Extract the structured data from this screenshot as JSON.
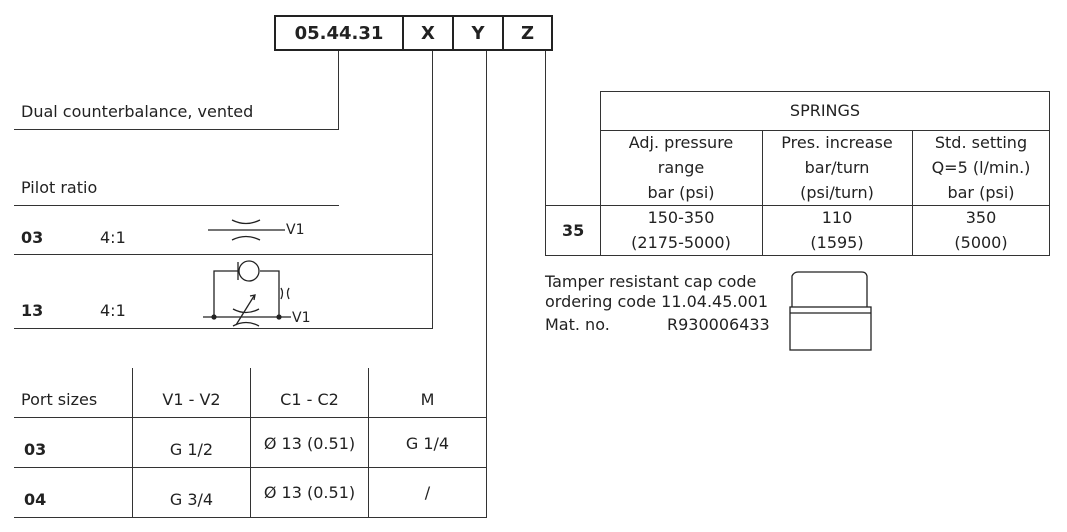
{
  "model_code": {
    "base": "05.44.31",
    "x": "X",
    "y": "Y",
    "z": "Z"
  },
  "function_label": "Dual counterbalance, vented",
  "pilot_ratio": {
    "title": "Pilot ratio",
    "rows": [
      {
        "code": "03",
        "ratio": "4:1",
        "port_label": "V1"
      },
      {
        "code": "13",
        "ratio": "4:1",
        "port_label": "V1"
      }
    ]
  },
  "port_sizes": {
    "headers": [
      "Port sizes",
      "V1 - V2",
      "C1 - C2",
      "M"
    ],
    "rows": [
      {
        "code": "03",
        "v1v2": "G 1/2",
        "c1c2": "Ø 13 (0.51)",
        "m": "G 1/4"
      },
      {
        "code": "04",
        "v1v2": "G 3/4",
        "c1c2": "Ø 13 (0.51)",
        "m": "/"
      }
    ]
  },
  "springs": {
    "title": "SPRINGS",
    "headers": [
      [
        "Adj. pressure",
        "range",
        "bar (psi)"
      ],
      [
        "Pres. increase",
        "bar/turn",
        "(psi/turn)"
      ],
      [
        "Std. setting",
        "Q=5 (l/min.)",
        "bar (psi)"
      ]
    ],
    "row": {
      "code": "35",
      "range": [
        "150-350",
        "(2175-5000)"
      ],
      "increase": [
        "110",
        "(1595)"
      ],
      "setting": [
        "350",
        "(5000)"
      ]
    }
  },
  "cap": {
    "line1": "Tamper resistant cap code",
    "line2": "ordering code 11.04.45.001",
    "mat_label": "Mat. no.",
    "mat_no": "R930006433"
  }
}
